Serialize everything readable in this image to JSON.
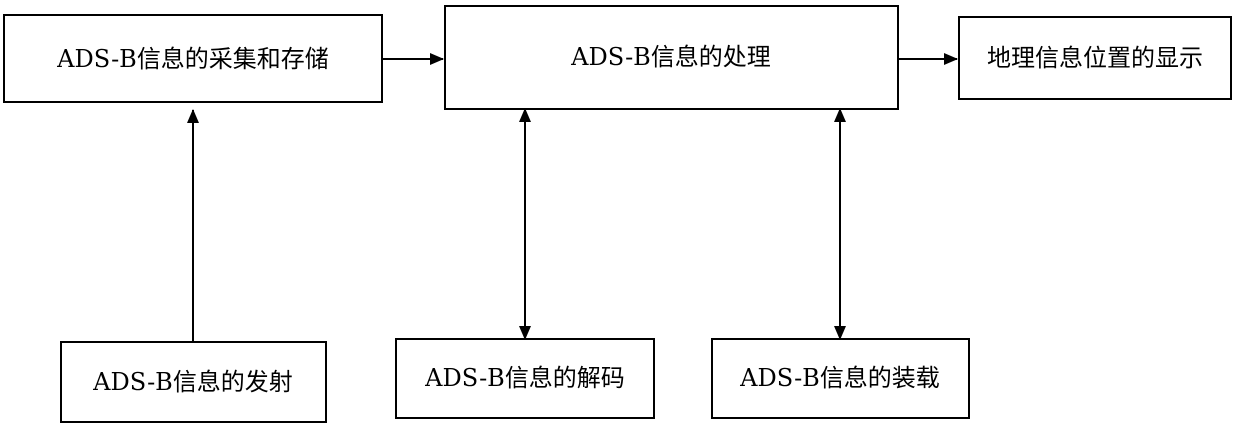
{
  "diagram": {
    "nodes": {
      "collect_store": "ADS-B信息的采集和存储",
      "process": "ADS-B信息的处理",
      "geo_display": "地理信息位置的显示",
      "transmit": "ADS-B信息的发射",
      "decode": "ADS-B信息的解码",
      "load": "ADS-B信息的装载"
    },
    "edges": [
      {
        "from": "collect_store",
        "to": "process",
        "direction": "forward"
      },
      {
        "from": "process",
        "to": "geo_display",
        "direction": "forward"
      },
      {
        "from": "transmit",
        "to": "collect_store",
        "direction": "forward"
      },
      {
        "from": "process",
        "to": "decode",
        "direction": "both"
      },
      {
        "from": "process",
        "to": "load",
        "direction": "both"
      }
    ]
  }
}
